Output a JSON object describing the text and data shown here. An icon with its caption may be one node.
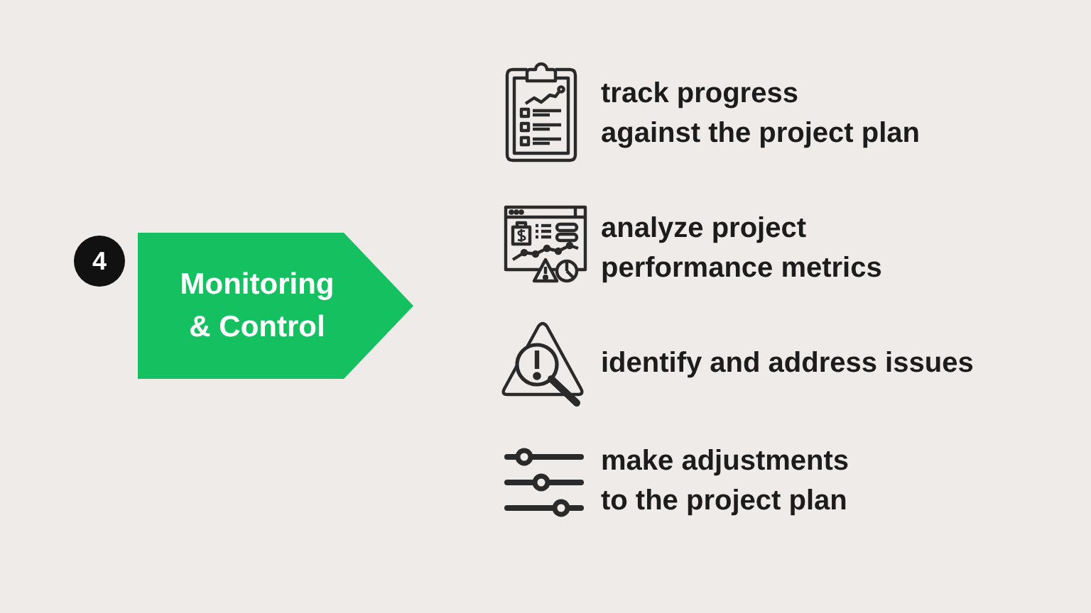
{
  "diagram": {
    "nodes": [
      {
        "text": [
          "4"
        ]
      },
      {
        "text": [
          "Monitoring & Control"
        ]
      }
    ],
    "labels": [
      "track progress against the project plan",
      "analyze project performance metrics",
      "identify and address issues",
      "make adjustments to the project plan"
    ]
  }
}
